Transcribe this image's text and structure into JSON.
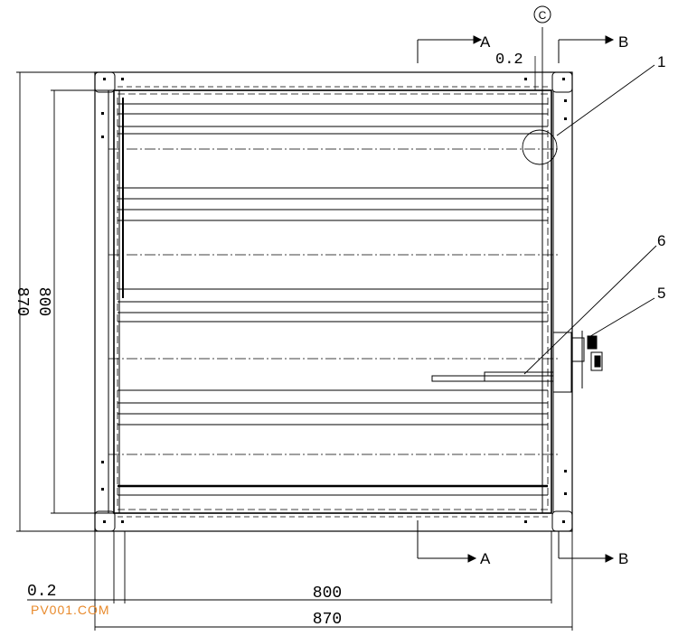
{
  "labels": {
    "section_a": "A",
    "section_b": "B",
    "detail_c": "C",
    "part_1": "1",
    "part_5": "5",
    "part_6": "6",
    "gap_top": "0.2",
    "gap_bottom": "0.2"
  },
  "dimensions": {
    "outer_height": "870",
    "inner_height": "800",
    "inner_width": "800",
    "outer_width": "870"
  },
  "watermark": "PV001.COM",
  "colors": {
    "line": "#000000",
    "watermark": "#e8892a"
  }
}
